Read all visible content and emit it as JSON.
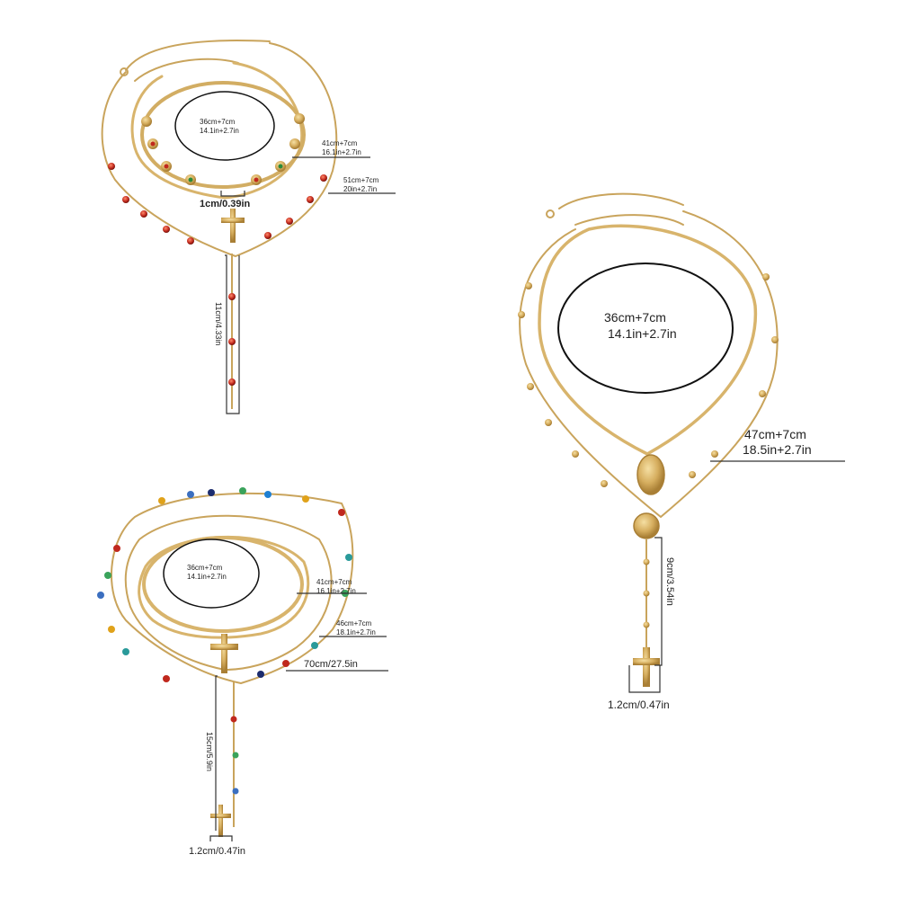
{
  "panels": {
    "top_left": {
      "ring_text_1": "36cm+7cm",
      "ring_text_2": "14.1in+2.7in",
      "strand_2_cm": "41cm+7cm",
      "strand_2_in": "16.1in+2.7in",
      "strand_3_cm": "51cm+7cm",
      "strand_3_in": "20in+2.7in",
      "cross_width": "1cm/0.39in",
      "drop_length": "11cm/4.33in"
    },
    "bottom_left": {
      "ring_text_1": "36cm+7cm",
      "ring_text_2": "14.1in+2.7in",
      "strand_2_cm": "41cm+7cm",
      "strand_2_in": "16.1in+2.7in",
      "strand_3_cm": "46cm+7cm",
      "strand_3_in": "18.1in+2.7in",
      "strand_4": "70cm/27.5in",
      "drop_length": "15cm/5.9in",
      "cross_width": "1.2cm/0.47in"
    },
    "right": {
      "ring_text_1": "36cm+7cm",
      "ring_text_2": "14.1in+2.7in",
      "strand_2_cm": "47cm+7cm",
      "strand_2_in": "18.5in+2.7in",
      "drop_length": "9cm/3.54in",
      "cross_width": "1.2cm/0.47in"
    }
  },
  "colors": {
    "gold": "#c9a45c",
    "gold_light": "#e3c27d",
    "red_bead": "#c0281d",
    "ink": "#222222"
  }
}
